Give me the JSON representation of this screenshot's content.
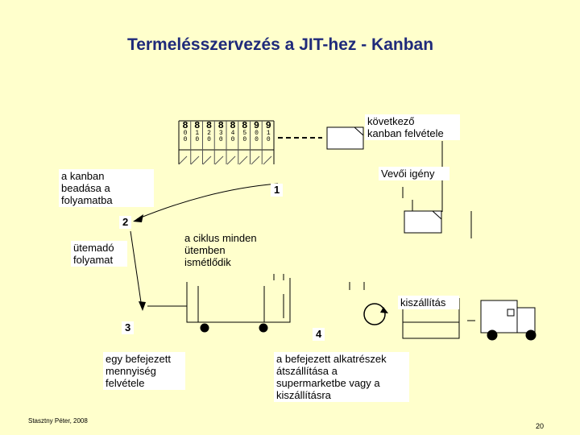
{
  "title": "Termelésszervezés a JIT-hez - Kanban",
  "board": {
    "cells": [
      {
        "top": "8",
        "sub": "0",
        "bot": "0"
      },
      {
        "top": "8",
        "sub": "1",
        "bot": "0"
      },
      {
        "top": "8",
        "sub": "2",
        "bot": "0"
      },
      {
        "top": "8",
        "sub": "3",
        "bot": "0"
      },
      {
        "top": "8",
        "sub": "4",
        "bot": "0"
      },
      {
        "top": "8",
        "sub": "5",
        "bot": "0"
      },
      {
        "top": "9",
        "sub": "0",
        "bot": "0"
      },
      {
        "top": "9",
        "sub": "1",
        "bot": "0"
      }
    ]
  },
  "labels": {
    "next_kanban": "következő\nkanban felvétele",
    "customer_demand": "Vevői igény",
    "kanban_submit": "a kanban\nbeadása a\nfolyamatba",
    "scheduling_process": "ütemadó\nfolyamat",
    "cycle_repeat": "a ciklus minden\nütemben\nismétlődik",
    "delivery": "kiszállítás",
    "finished_quantity": "egy befejezett\nmennyiség\nfelvétele",
    "finished_parts": "a befejezett alkatrészek\nátszállítása a\nsupermarketbe vagy a\nkiszállításra"
  },
  "steps": {
    "s1": "1",
    "s2": "2",
    "s3": "3",
    "s4": "4"
  },
  "footer": {
    "author": "Stasztny Péter, 2008",
    "page": "20"
  }
}
